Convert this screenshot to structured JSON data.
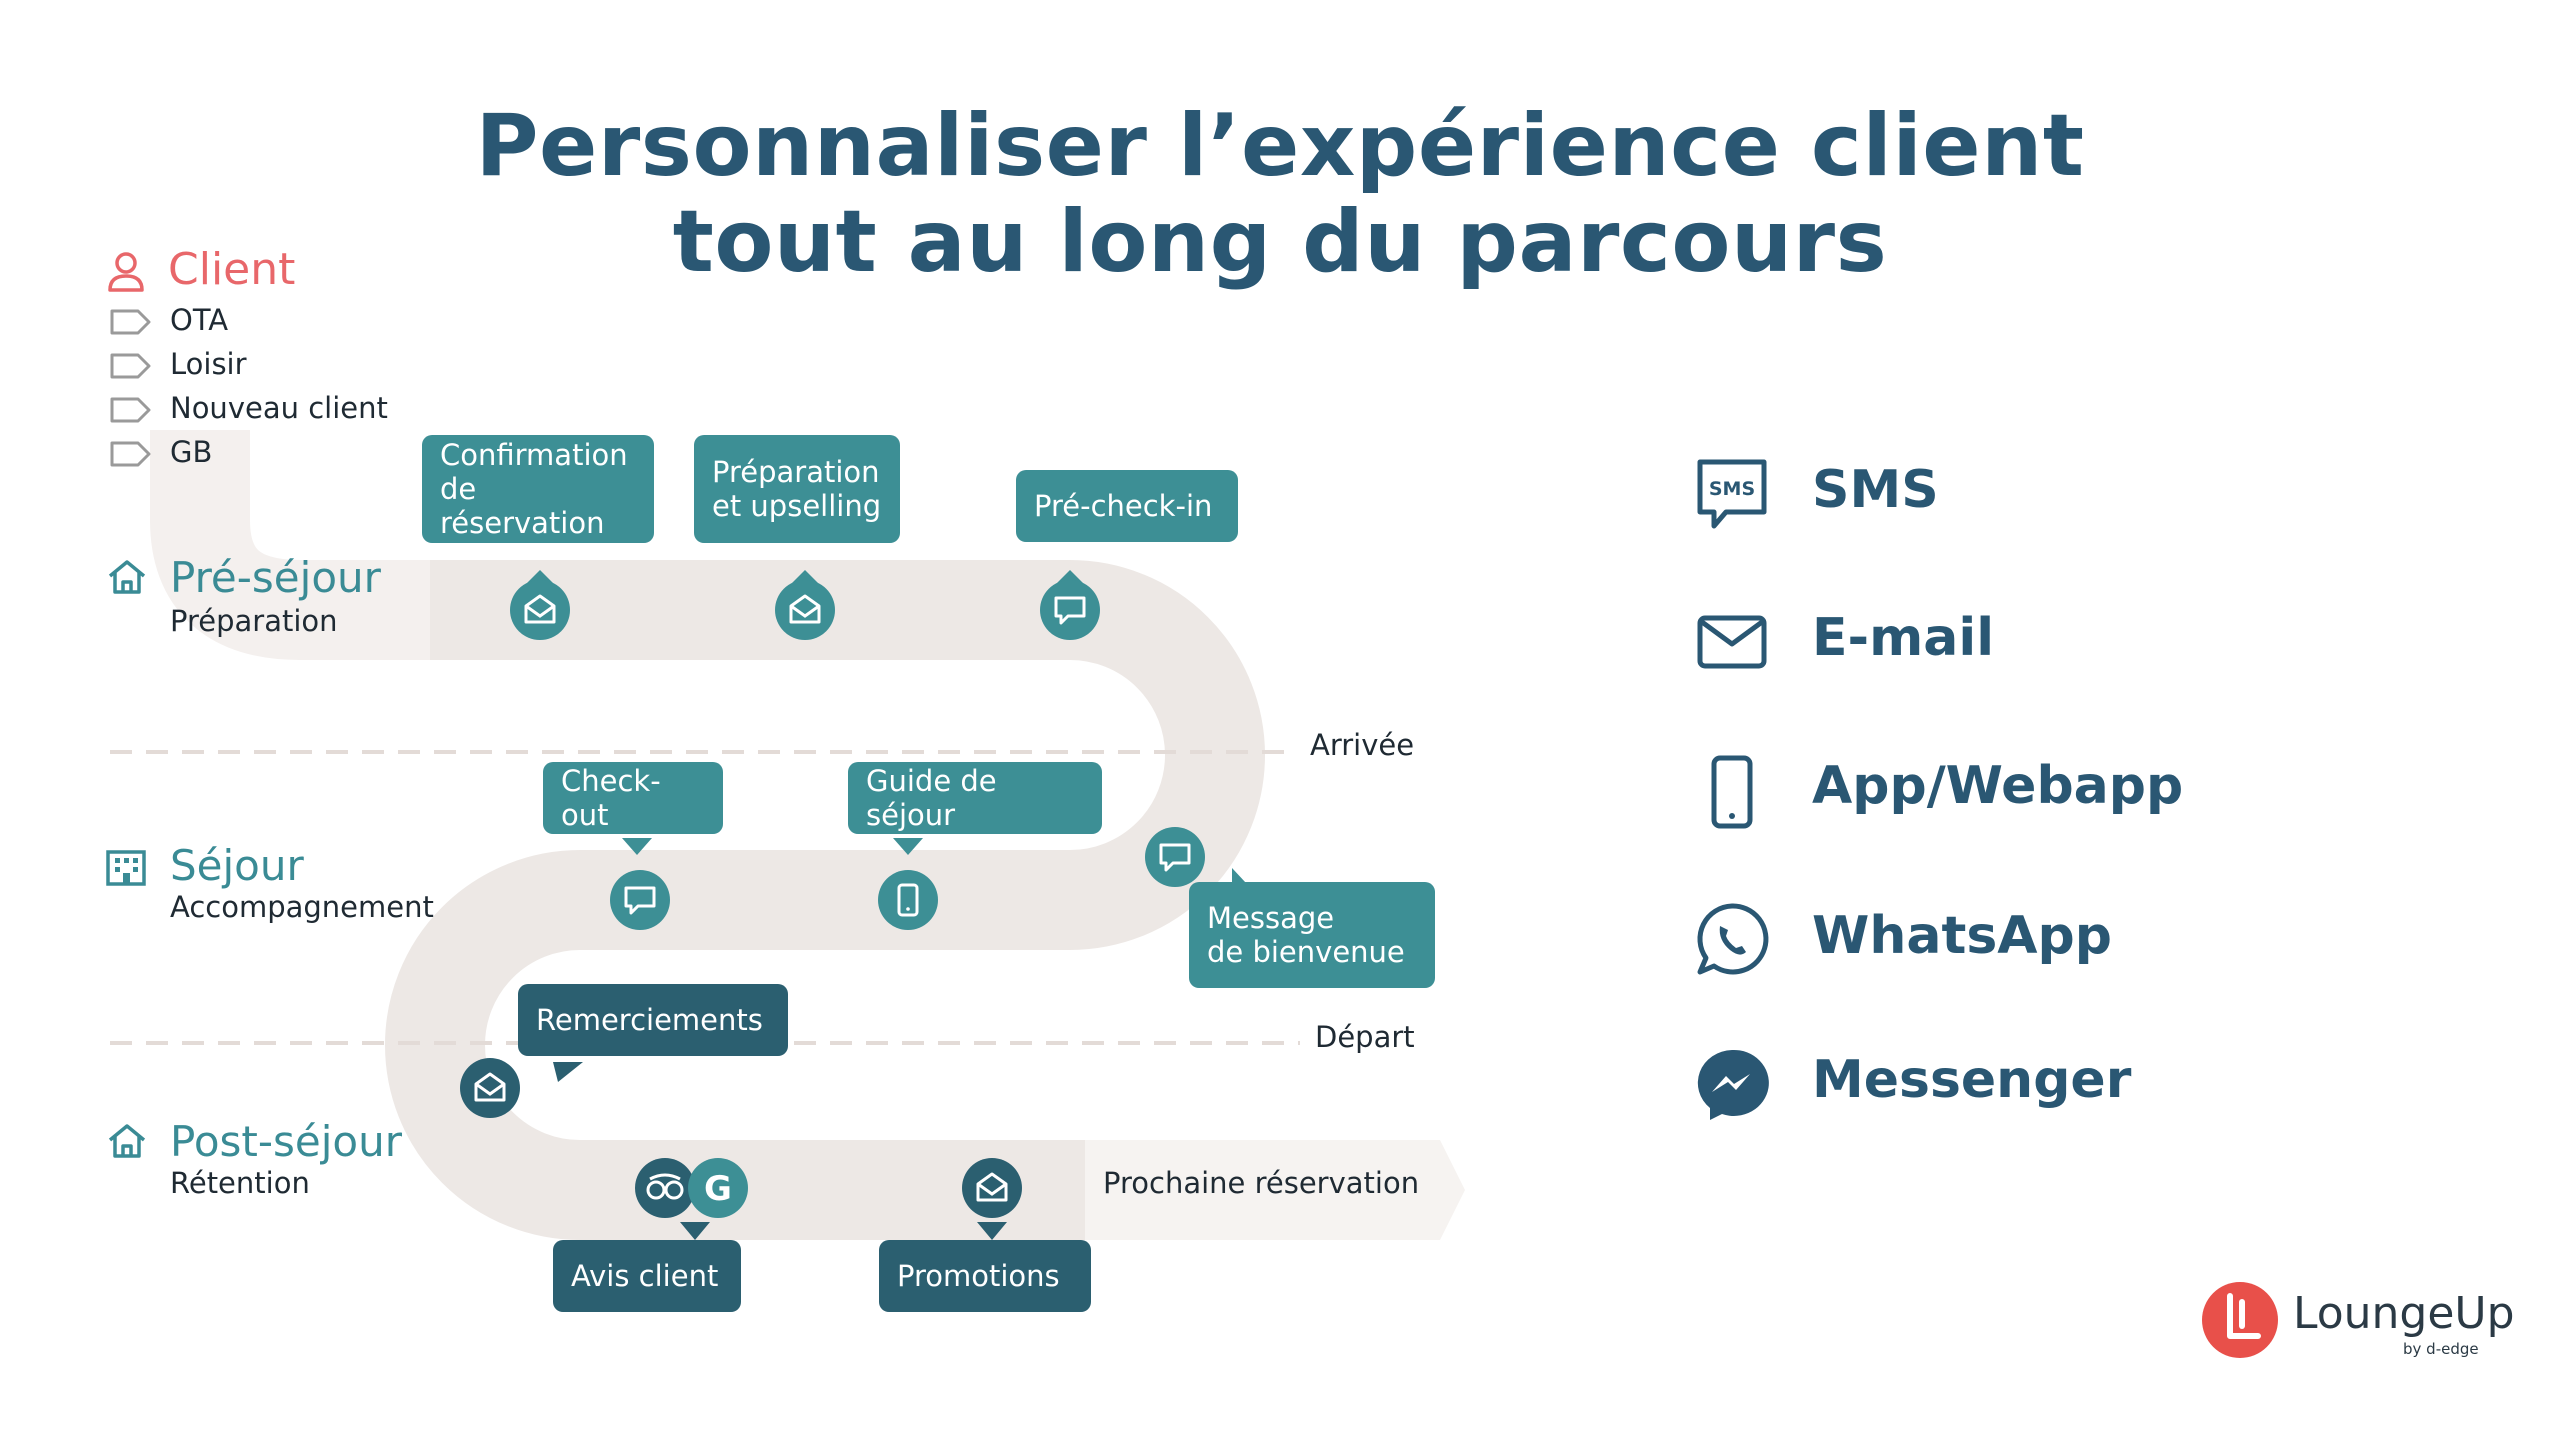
{
  "title": {
    "line1": "Personnaliser l’expérience client",
    "line2": "tout au long du parcours"
  },
  "client": {
    "title": "Client",
    "tags": [
      "OTA",
      "Loisir",
      "Nouveau client",
      "GB"
    ]
  },
  "stages": [
    {
      "title": "Pré-séjour",
      "subtitle": "Préparation"
    },
    {
      "title": "Séjour",
      "subtitle": "Accompagnement"
    },
    {
      "title": "Post-séjour",
      "subtitle": "Rétention"
    }
  ],
  "markers": {
    "arrival": "Arrivée",
    "departure": "Départ",
    "next_booking": "Prochaine réservation"
  },
  "touchpoints": {
    "confirmation": "Confirmation\nde réservation",
    "preparation": "Préparation\net upselling",
    "precheckin": "Pré-check-in",
    "checkout": "Check-out",
    "guide": "Guide de séjour",
    "welcome": "Message\nde bienvenue",
    "thanks": "Remerciements",
    "reviews": "Avis client",
    "promotions": "Promotions"
  },
  "channels": [
    {
      "label": "SMS",
      "icon": "sms-icon"
    },
    {
      "label": "E-mail",
      "icon": "email-icon"
    },
    {
      "label": "App/Webapp",
      "icon": "smartphone-icon"
    },
    {
      "label": "WhatsApp",
      "icon": "whatsapp-icon"
    },
    {
      "label": "Messenger",
      "icon": "messenger-icon"
    }
  ],
  "logo": {
    "name": "LoungeUp",
    "by": "by d-edge"
  },
  "colors": {
    "title": "#2a5773",
    "teal": "#3d8f95",
    "dark_teal": "#2b5f70",
    "road": "#ede8e5",
    "client_accent": "#e8676a",
    "logo_red": "#e8504a"
  }
}
